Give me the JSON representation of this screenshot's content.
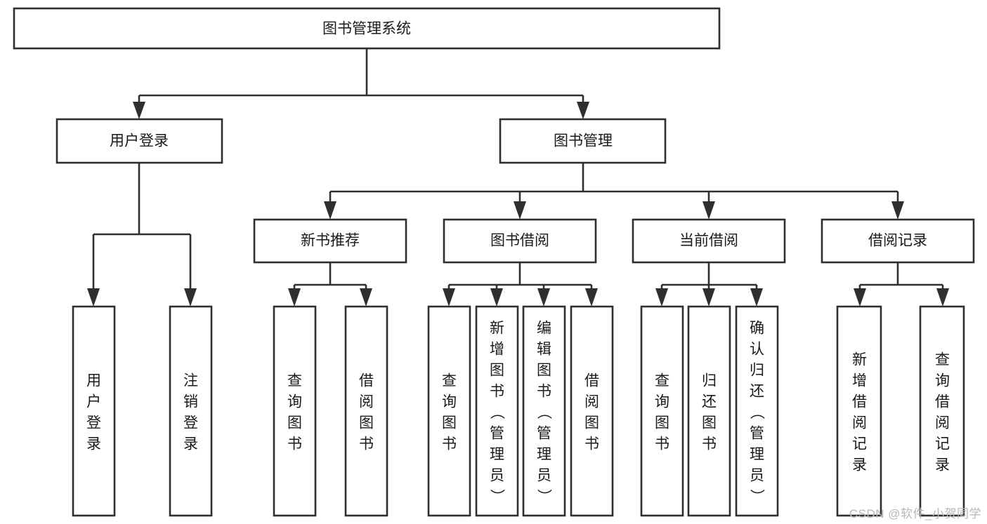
{
  "diagram": {
    "type": "tree-hierarchy",
    "title": "图书管理系统",
    "watermark": "CSDN @软件_小贺同学",
    "colors": {
      "stroke": "#2f2f2f",
      "fill": "#ffffff",
      "text": "#1a1a1a",
      "watermark": "#b8b8b8"
    },
    "nodes": {
      "root": {
        "label": "图书管理系统",
        "orientation": "horizontal"
      },
      "l2_user_login": {
        "label": "用户登录",
        "orientation": "horizontal"
      },
      "l2_book_manage": {
        "label": "图书管理",
        "orientation": "horizontal"
      },
      "l3_new_book": {
        "label": "新书推荐",
        "orientation": "horizontal"
      },
      "l3_book_borrow": {
        "label": "图书借阅",
        "orientation": "horizontal"
      },
      "l3_current_borrow": {
        "label": "当前借阅",
        "orientation": "horizontal"
      },
      "l3_borrow_record": {
        "label": "借阅记录",
        "orientation": "horizontal"
      },
      "leaf_user_login": {
        "label": "用户登录",
        "orientation": "vertical"
      },
      "leaf_logout": {
        "label": "注销登录",
        "orientation": "vertical"
      },
      "leaf_nb_query": {
        "label": "查询图书",
        "orientation": "vertical"
      },
      "leaf_nb_borrow": {
        "label": "借阅图书",
        "orientation": "vertical"
      },
      "leaf_bb_query": {
        "label": "查询图书",
        "orientation": "vertical"
      },
      "leaf_bb_add": {
        "label": "新增图书（管理员）",
        "orientation": "vertical"
      },
      "leaf_bb_edit": {
        "label": "编辑图书（管理员）",
        "orientation": "vertical"
      },
      "leaf_bb_borrow": {
        "label": "借阅图书",
        "orientation": "vertical"
      },
      "leaf_cb_query": {
        "label": "查询图书",
        "orientation": "vertical"
      },
      "leaf_cb_return": {
        "label": "归还图书",
        "orientation": "vertical"
      },
      "leaf_cb_confirm": {
        "label": "确认归还（管理员）",
        "orientation": "vertical"
      },
      "leaf_br_add": {
        "label": "新增借阅记录",
        "orientation": "vertical"
      },
      "leaf_br_query": {
        "label": "查询借阅记录",
        "orientation": "vertical"
      }
    },
    "edges": [
      {
        "from": "root",
        "to": "l2_user_login"
      },
      {
        "from": "root",
        "to": "l2_book_manage"
      },
      {
        "from": "l2_user_login",
        "to": "leaf_user_login"
      },
      {
        "from": "l2_user_login",
        "to": "leaf_logout"
      },
      {
        "from": "l2_book_manage",
        "to": "l3_new_book"
      },
      {
        "from": "l2_book_manage",
        "to": "l3_book_borrow"
      },
      {
        "from": "l2_book_manage",
        "to": "l3_current_borrow"
      },
      {
        "from": "l2_book_manage",
        "to": "l3_borrow_record"
      },
      {
        "from": "l3_new_book",
        "to": "leaf_nb_query"
      },
      {
        "from": "l3_new_book",
        "to": "leaf_nb_borrow"
      },
      {
        "from": "l3_book_borrow",
        "to": "leaf_bb_query"
      },
      {
        "from": "l3_book_borrow",
        "to": "leaf_bb_add"
      },
      {
        "from": "l3_book_borrow",
        "to": "leaf_bb_edit"
      },
      {
        "from": "l3_book_borrow",
        "to": "leaf_bb_borrow"
      },
      {
        "from": "l3_current_borrow",
        "to": "leaf_cb_query"
      },
      {
        "from": "l3_current_borrow",
        "to": "leaf_cb_return"
      },
      {
        "from": "l3_current_borrow",
        "to": "leaf_cb_confirm"
      },
      {
        "from": "l3_borrow_record",
        "to": "leaf_br_add"
      },
      {
        "from": "l3_borrow_record",
        "to": "leaf_br_query"
      }
    ]
  }
}
